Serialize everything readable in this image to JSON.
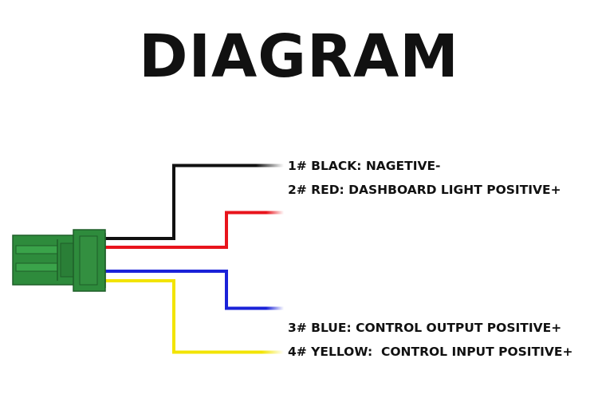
{
  "title": "DIAGRAM",
  "wires": [
    {
      "id": "black",
      "label": "1# BLACK: NAGETIVE-",
      "color": "#111111"
    },
    {
      "id": "red",
      "label": "2# RED: DASHBOARD LIGHT POSITIVE+",
      "color": "#e8141c"
    },
    {
      "id": "blue",
      "label": "3# BLUE: CONTROL OUTPUT POSITIVE+",
      "color": "#1a22d8"
    },
    {
      "id": "yellow",
      "label": "4# YELLOW:  CONTROL INPUT POSITIVE+",
      "color": "#f2e400"
    }
  ],
  "connector": {
    "color": "#2e8b3c"
  }
}
